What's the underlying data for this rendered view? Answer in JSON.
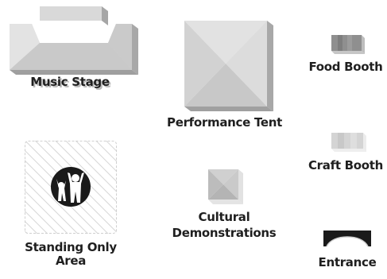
{
  "legend": {
    "music_stage": "Music Stage",
    "performance_tent": "Performance Tent",
    "food_booth": "Food Booth",
    "craft_booth": "Craft Booth",
    "standing_only_area": [
      "Standing Only",
      "Area"
    ],
    "cultural_demonstrations": [
      "Cultural",
      "Demonstrations"
    ],
    "entrance": "Entrance"
  },
  "colors": {
    "light_face": "#d9d9d9",
    "mid_face": "#c6c6c6",
    "side": "#a6a6a6",
    "dark_booth": "#8a8a8a",
    "hatch": "#d6d6d6",
    "icon_circle": "#1a1a1a"
  },
  "icons": {
    "standing_area": "crowd-icon",
    "entrance": "arch-icon"
  }
}
